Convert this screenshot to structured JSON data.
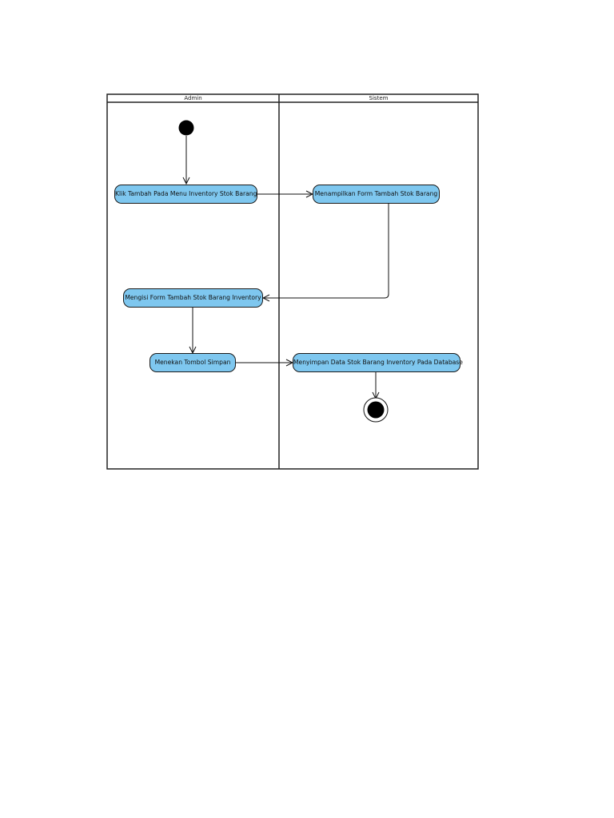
{
  "lanes": {
    "left": "Admin",
    "right": "Sistem"
  },
  "actions": {
    "klik_tambah": "Klik Tambah Pada Menu Inventory Stok Barang",
    "tampilkan_form": "Menampilkan Form Tambah Stok Barang",
    "mengisi_form": "Mengisi Form Tambah Stok Barang Inventory",
    "tekan_simpan": "Menekan Tombol Simpan",
    "simpan_data": "Menyimpan Data Stok Barang Inventory Pada Database"
  },
  "colors": {
    "action_fill": "#7ec7ef",
    "stroke": "#1a1a1a"
  }
}
